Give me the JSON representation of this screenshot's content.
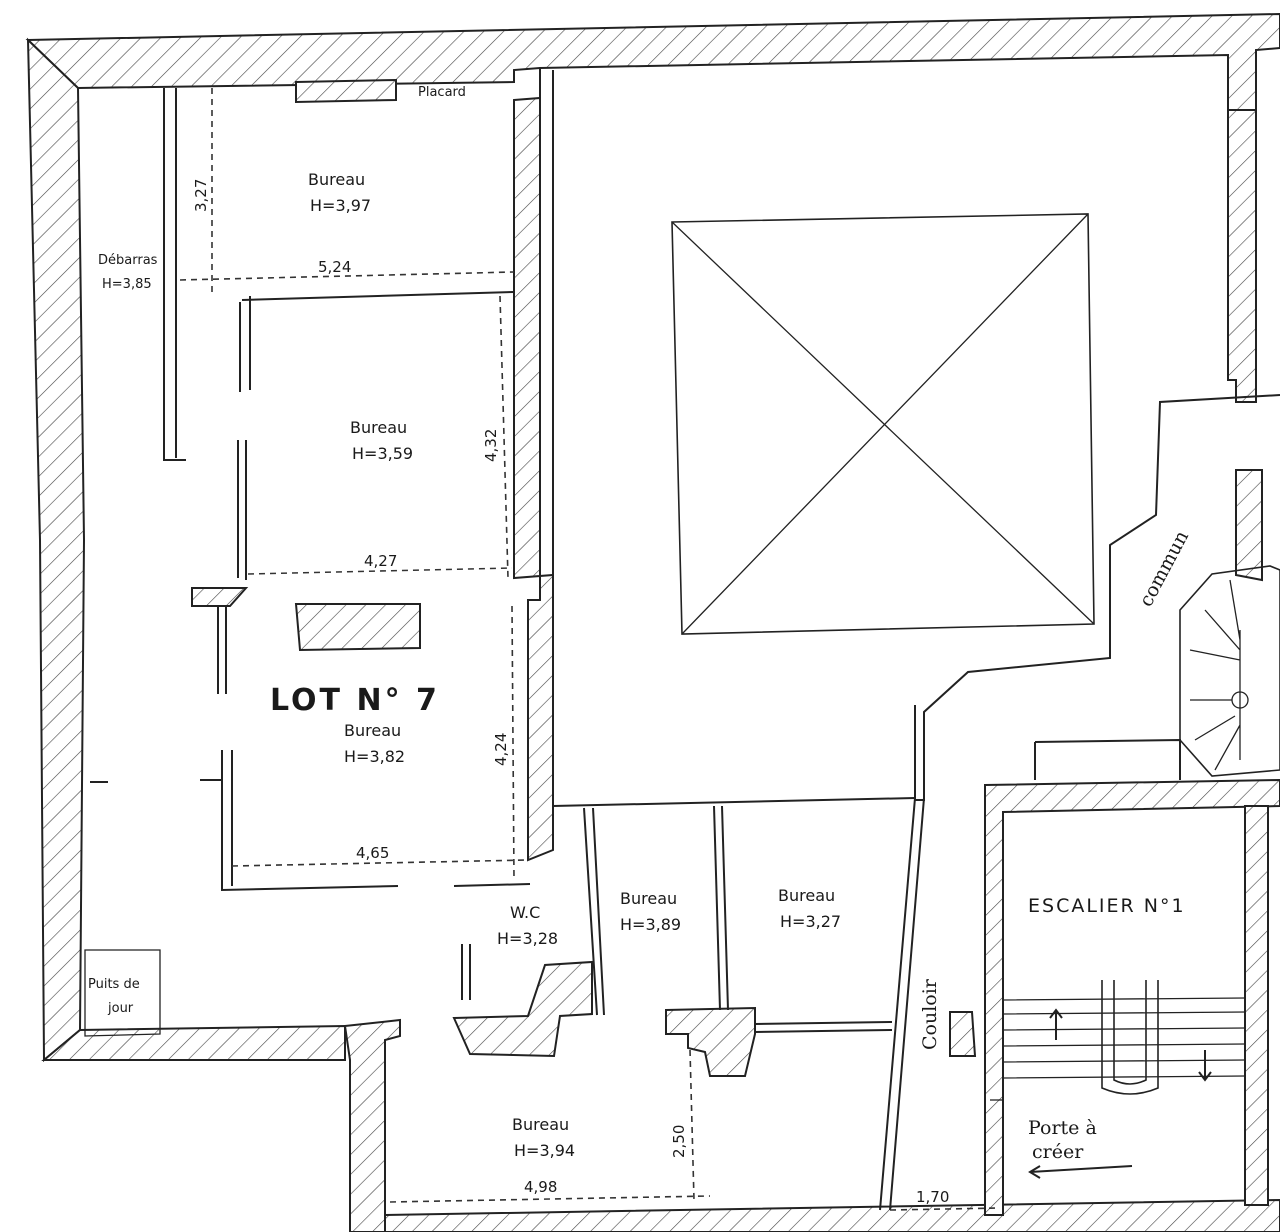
{
  "plan": {
    "lot_label": "LOT N° 7",
    "stair_label": "ESCALIER N°1",
    "common_label": "commun",
    "corridor_label": "Couloir",
    "closet_label": "Placard",
    "storage_label": "Débarras",
    "storage_height": "H=3,85",
    "skylight_line1": "Puits de",
    "skylight_line2": "jour",
    "door_line1": "Porte à",
    "door_line2": "créer",
    "rooms": [
      {
        "name": "Bureau",
        "height": "H=3,97"
      },
      {
        "name": "Bureau",
        "height": "H=3,59"
      },
      {
        "name": "Bureau",
        "height": "H=3,82"
      },
      {
        "name": "W.C",
        "height": "H=3,28"
      },
      {
        "name": "Bureau",
        "height": "H=3,89"
      },
      {
        "name": "Bureau",
        "height": "H=3,27"
      },
      {
        "name": "Bureau",
        "height": "H=3,94"
      }
    ],
    "dimensions": [
      "3,27",
      "5,24",
      "4,32",
      "4,27",
      "4,24",
      "4,65",
      "2,50",
      "4,98",
      "1,70"
    ],
    "colors": {
      "ink": "#222222",
      "paper": "#ffffff"
    }
  }
}
